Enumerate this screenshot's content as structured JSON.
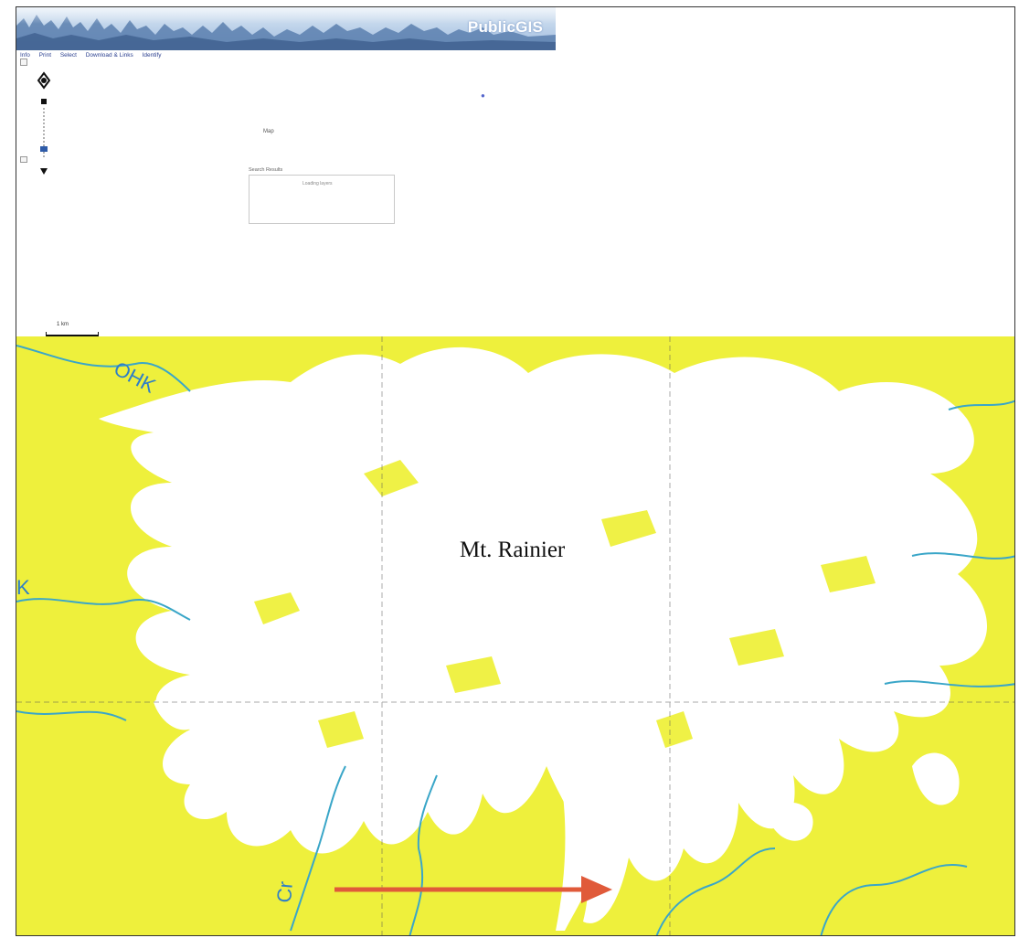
{
  "banner": {
    "title": "PublicGIS",
    "colors": {
      "sky": "#b9cfe8",
      "trees": "#4d6e9a"
    }
  },
  "toolbar": {
    "items": [
      "Info",
      "Print",
      "Select",
      "Download & Links",
      "Identify"
    ]
  },
  "navigation": {
    "icons": [
      "pan-compass-icon",
      "zoom-in-icon",
      "zoom-slider-icon",
      "zoom-out-icon"
    ]
  },
  "scale": {
    "label": "1 km"
  },
  "blank_area": {
    "label": "Map",
    "popup_title": "Search Results",
    "popup_text": "Loading layers"
  },
  "map": {
    "label": "Mt. Rainier",
    "map_labels": [
      "Cr",
      "K",
      "OHK"
    ],
    "colors": {
      "land": "#eef03c",
      "glacier": "#ffffff",
      "stream": "#3aa6c8",
      "arrow": "#e05a3a"
    }
  }
}
